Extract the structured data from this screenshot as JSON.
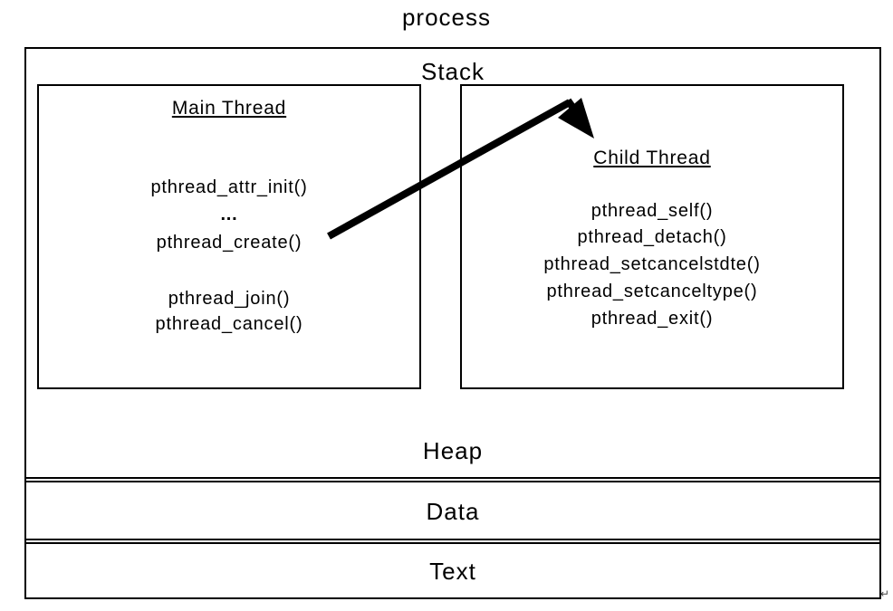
{
  "title": "process",
  "colors": {
    "line": "#000000",
    "background": "#ffffff",
    "text": "#000000"
  },
  "sections": {
    "stack": {
      "label": "Stack"
    },
    "heap": {
      "label": "Heap"
    },
    "data": {
      "label": "Data"
    },
    "text": {
      "label": "Text"
    }
  },
  "main_thread": {
    "title": "Main Thread",
    "functions": [
      "pthread_attr_init()",
      "...",
      "pthread_create()",
      "pthread_join()",
      "pthread_cancel()"
    ]
  },
  "child_thread": {
    "title": "Child Thread",
    "functions": [
      "pthread_self()",
      "pthread_detach()",
      "pthread_setcancelstdte()",
      "pthread_setcanceltype()",
      "pthread_exit()"
    ]
  },
  "arrow": {
    "from": "pthread_create()",
    "to": "Child Thread"
  },
  "return_mark": "↵"
}
